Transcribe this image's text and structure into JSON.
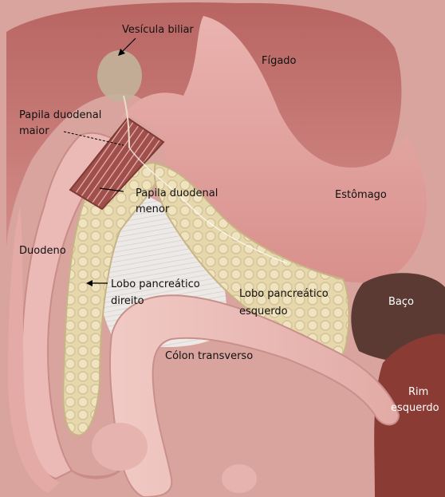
{
  "labels": {
    "vesicula": "Vesícula biliar",
    "figado": "Fígado",
    "papila_maior_1": "Papila duodenal",
    "papila_maior_2": "maior",
    "papila_menor_1": "Papila duodenal",
    "papila_menor_2": "menor",
    "estomago": "Estômago",
    "duodeno": "Duodeno",
    "lobo_direito_1": "Lobo pancreático",
    "lobo_direito_2": "direito",
    "lobo_esquerdo_1": "Lobo pancreático",
    "lobo_esquerdo_2": "esquerdo",
    "baco": "Baço",
    "colon": "Cólon transverso",
    "rim_1": "Rim",
    "rim_2": "esquerdo"
  },
  "colors": {
    "liver": "#c97a78",
    "stomach": "#e3a9a6",
    "duodenum": "#ecbab6",
    "pancreas": "#e3d3a6",
    "spleen": "#5a3a33",
    "kidney": "#8a3b34",
    "colon": "#edc0bb",
    "gallbladder": "#c2b39a"
  }
}
